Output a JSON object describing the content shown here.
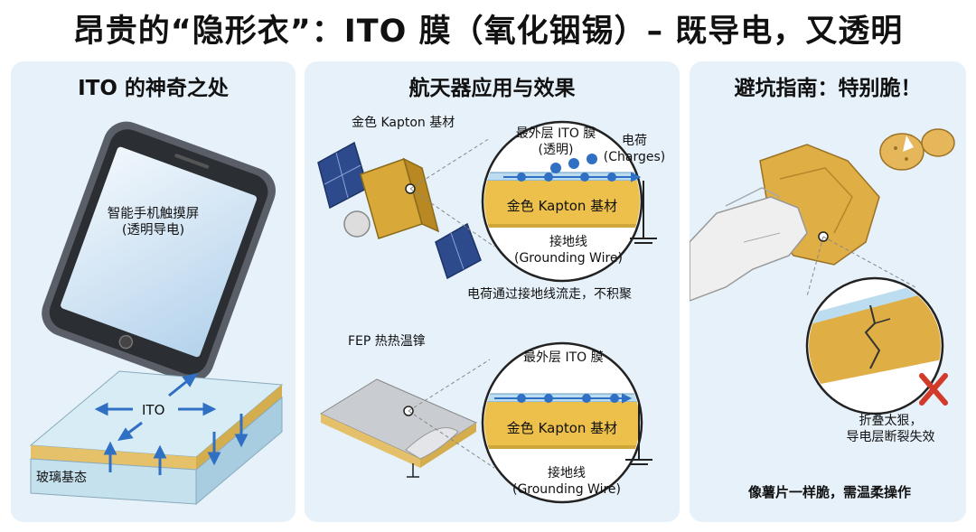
{
  "title": "昂贵的“隐形衣”：ITO 膜（氧化铟锡）– 既导电，又透明",
  "panels": {
    "left": {
      "title": "ITO 的神奇之处",
      "phone_label_1": "智能手机触摸屏",
      "phone_label_2": "(透明导电)",
      "ito_label": "ITO",
      "glass_label": "玻璃基态"
    },
    "middle": {
      "title": "航天器应用与效果",
      "kapton_label": "金色 Kapton 基材",
      "outer_ito_label": "最外层 ITO 膜",
      "transparent_label": "(透明)",
      "charge_label": "电荷",
      "charge_label_en": "(Charges)",
      "kapton_in_circle": "金色 Kapton 基材",
      "ground_label": "接地线",
      "ground_label_en": "(Grounding Wire)",
      "charge_flow_text": "电荷通过接地线流走，不积聚",
      "fep_label": "FEP 热热温镎",
      "outer_ito_label_2": "最外层 ITO 膜",
      "kapton_in_circle_2": "金色 Kapton 基材",
      "ground_label_2": "接地线",
      "ground_label_en_2": "(Grounding Wire)"
    },
    "right": {
      "title": "避坑指南：特别脆！",
      "fold_line_1": "折叠太狠，",
      "fold_line_2": "导电层断裂失效",
      "bottom_text": "像薯片一样脆，需温柔操作"
    }
  },
  "colors": {
    "panel_bg": "#e6f1f9",
    "gold": "#e8b83a",
    "ito_blue": "#2f6fc4",
    "warning_red": "#d23a2a"
  }
}
